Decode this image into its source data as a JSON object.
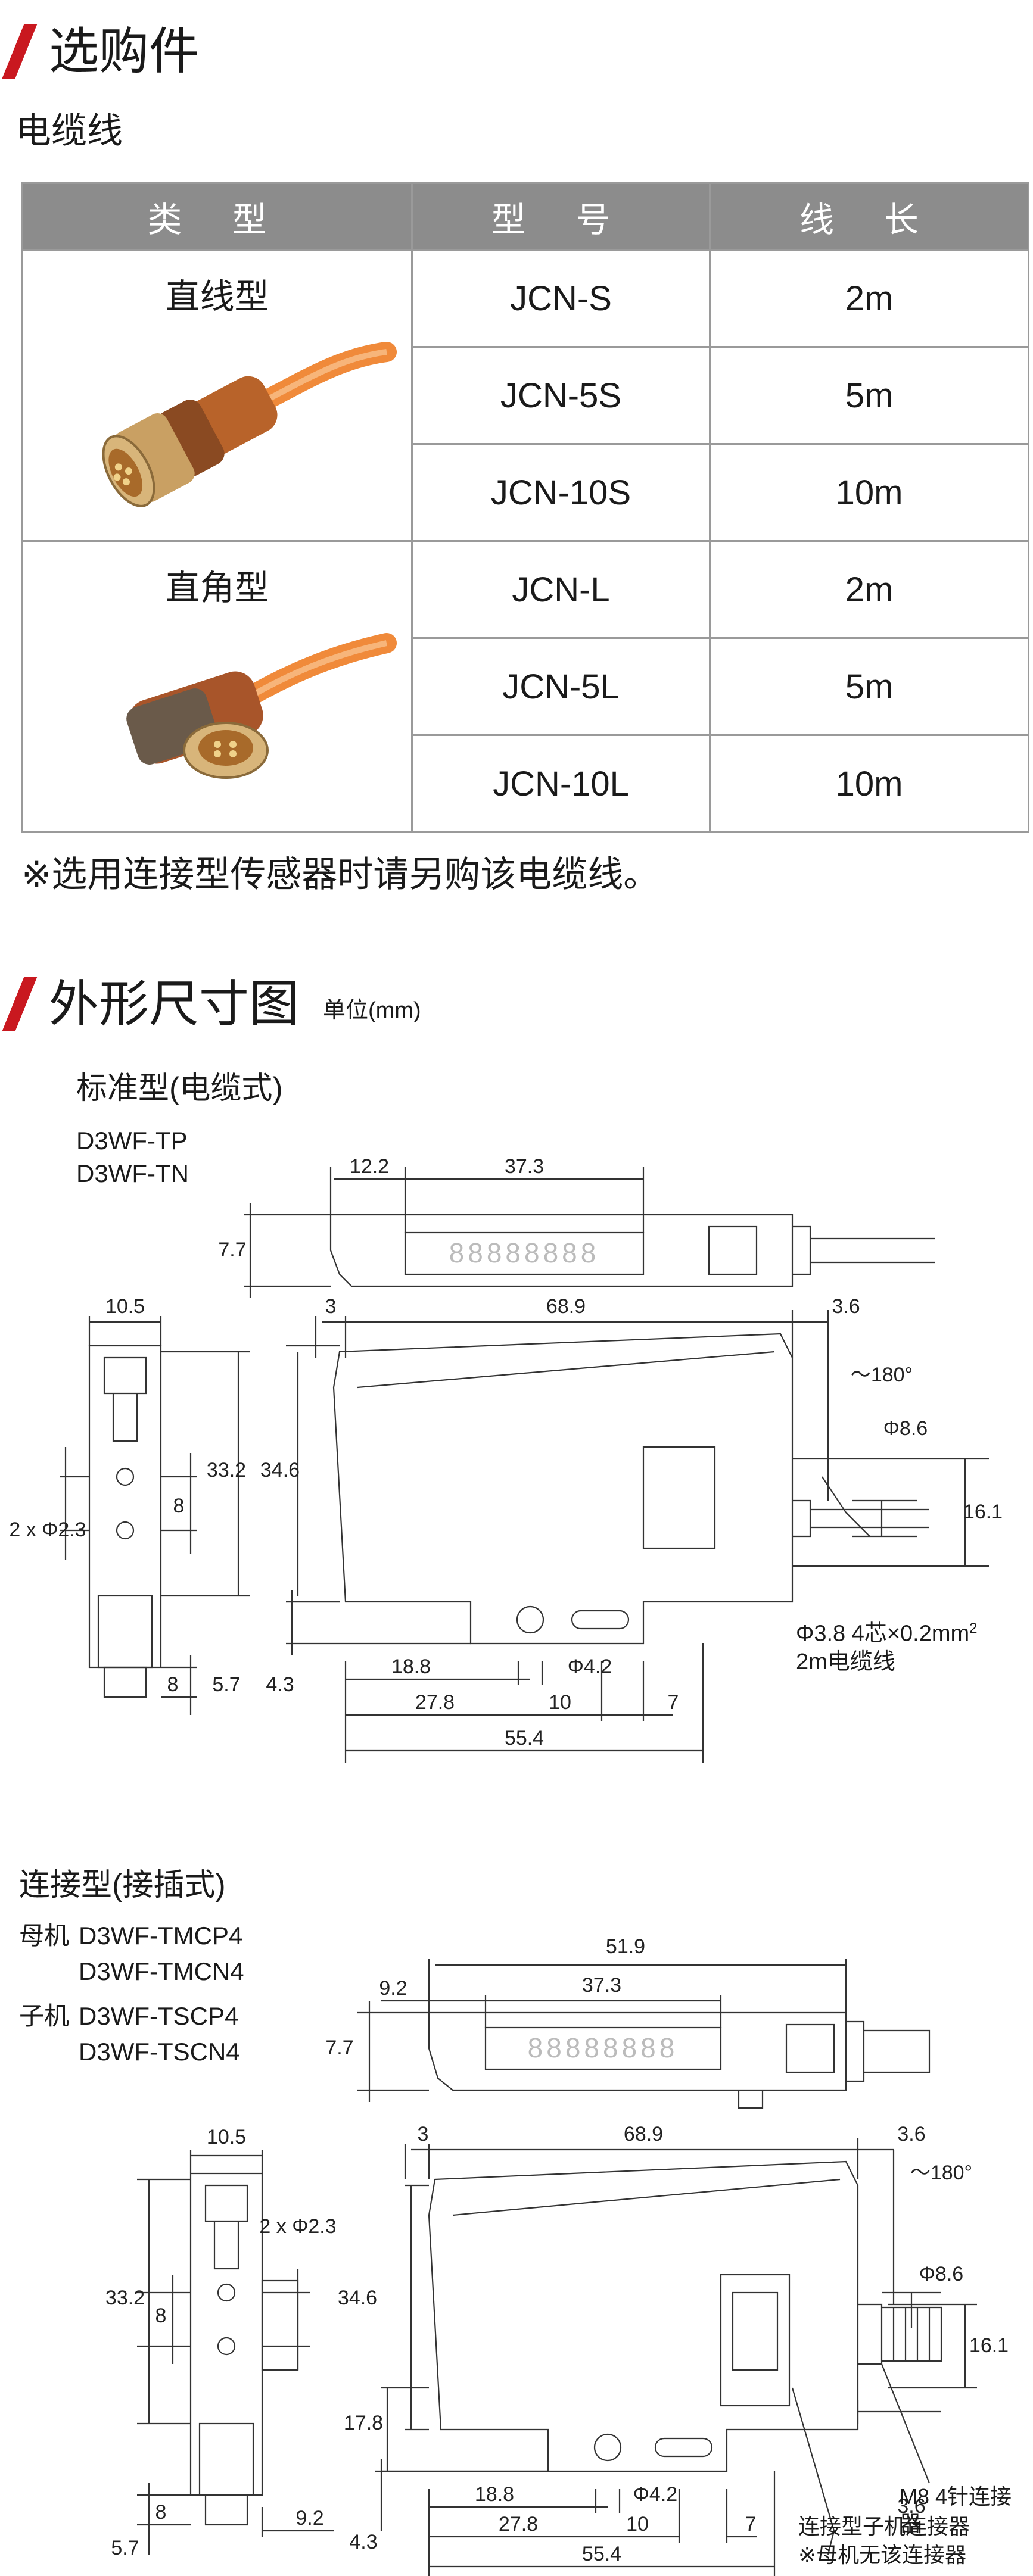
{
  "options": {
    "title": "选购件",
    "subtitle": "电缆线",
    "table": {
      "headers": [
        "类 型",
        "型 号",
        "线 长"
      ],
      "groups": [
        {
          "type": "直线型",
          "rows": [
            {
              "model": "JCN-S",
              "length": "2m"
            },
            {
              "model": "JCN-5S",
              "length": "5m"
            },
            {
              "model": "JCN-10S",
              "length": "10m"
            }
          ]
        },
        {
          "type": "直角型",
          "rows": [
            {
              "model": "JCN-L",
              "length": "2m"
            },
            {
              "model": "JCN-5L",
              "length": "5m"
            },
            {
              "model": "JCN-10L",
              "length": "10m"
            }
          ]
        }
      ]
    },
    "note": "※选用连接型传感器时请另购该电缆线。"
  },
  "dimensions": {
    "title": "外形尺寸图",
    "unit": "单位(mm)",
    "standard": {
      "title": "标准型(电缆式)",
      "models": [
        "D3WF-TP",
        "D3WF-TN"
      ],
      "dims": {
        "d12_2": "12.2",
        "d37_3": "37.3",
        "d7_7": "7.7",
        "d10_5": "10.5",
        "d3": "3",
        "d68_9": "68.9",
        "d3_6": "3.6",
        "angle": "～180°",
        "d8": "8",
        "d33_2": "33.2",
        "d34_6": "34.6",
        "phi2_3": "2 x Φ2.3",
        "phi8_6": "Φ8.6",
        "d16_1": "16.1",
        "d5_7": "5.7",
        "d4_3": "4.3",
        "d18_8": "18.8",
        "phi4_2": "Φ4.2",
        "d27_8": "27.8",
        "d10": "10",
        "d7": "7",
        "d55_4": "55.4",
        "digits": "88888888"
      },
      "cable_note_1": "Φ3.8  4芯×0.2mm",
      "cable_note_sup": "2",
      "cable_note_2": "2m电缆线"
    },
    "connector": {
      "title": "连接型(接插式)",
      "female_label": "母机",
      "female_models": [
        "D3WF-TMCP4",
        "D3WF-TMCN4"
      ],
      "male_label": "子机",
      "male_models": [
        "D3WF-TSCP4",
        "D3WF-TSCN4"
      ],
      "dims": {
        "d51_9": "51.9",
        "d9_2": "9.2",
        "d37_3": "37.3",
        "d7_7": "7.7",
        "d10_5": "10.5",
        "d3": "3",
        "d68_9": "68.9",
        "d3_6": "3.6",
        "angle": "～180°",
        "phi2_3": "2 x Φ2.3",
        "d8": "8",
        "d33_2": "33.2",
        "d34_6": "34.6",
        "phi8_6": "Φ8.6",
        "d17_8": "17.8",
        "d16_1": "16.1",
        "d5_7": "5.7",
        "d4_3": "4.3",
        "d18_8": "18.8",
        "phi4_2": "Φ4.2",
        "d27_8": "27.8",
        "d10": "10",
        "d7": "7",
        "d55_4": "55.4",
        "digits": "88888888"
      },
      "m8_label": "M8 4针连接器",
      "slave_conn_label": "连接型子机连接器",
      "no_conn_note": "※母机无该连接器"
    }
  }
}
